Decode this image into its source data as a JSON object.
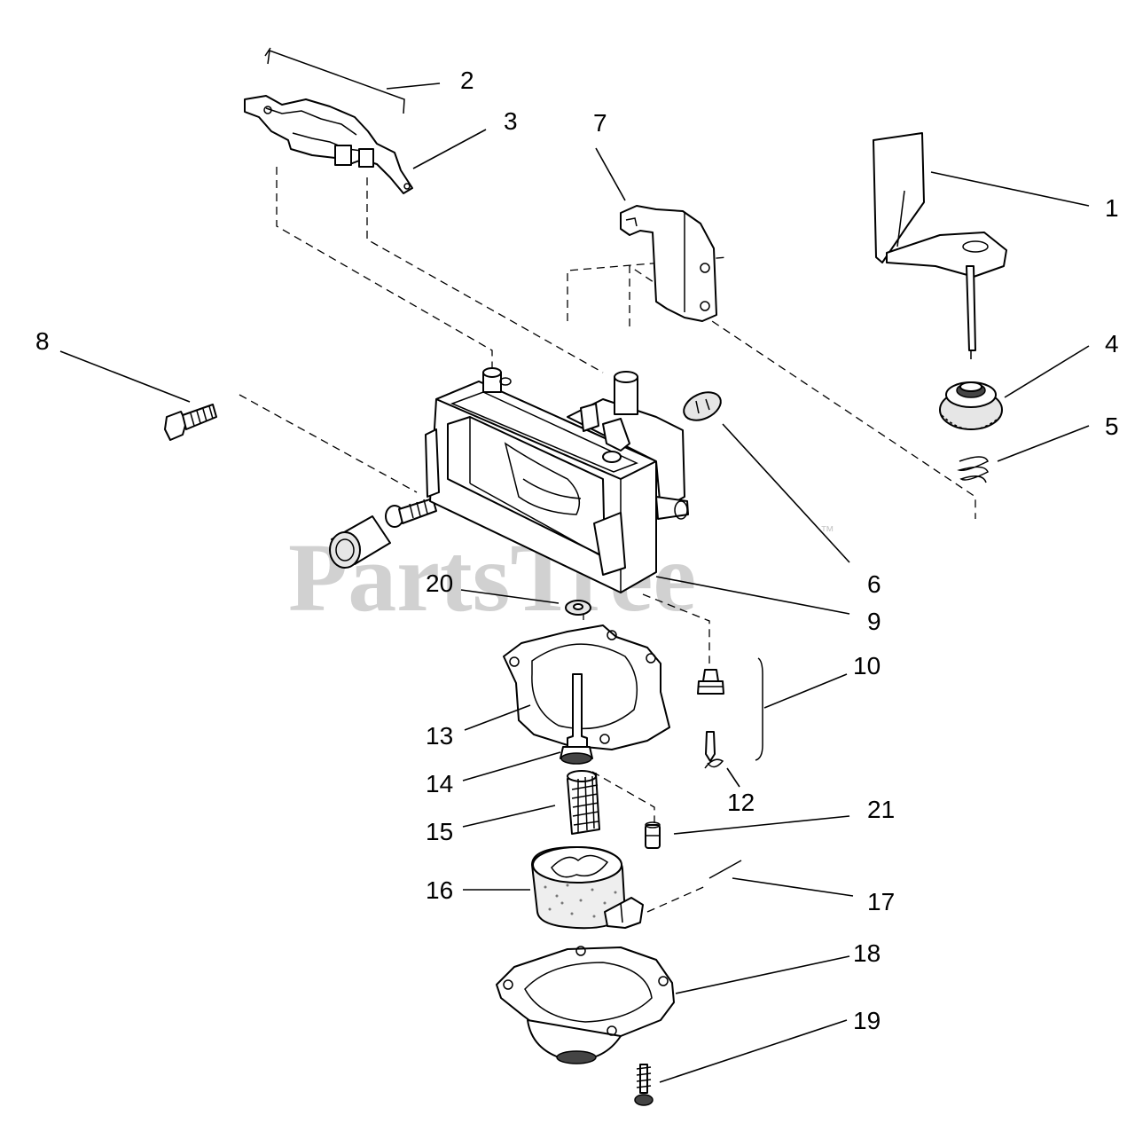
{
  "watermark": {
    "text": "PartsTree",
    "trademark": "™"
  },
  "callouts": [
    "1",
    "2",
    "3",
    "4",
    "5",
    "6",
    "7",
    "8",
    "9",
    "10",
    "12",
    "13",
    "14",
    "15",
    "16",
    "17",
    "18",
    "19",
    "20",
    "21"
  ]
}
